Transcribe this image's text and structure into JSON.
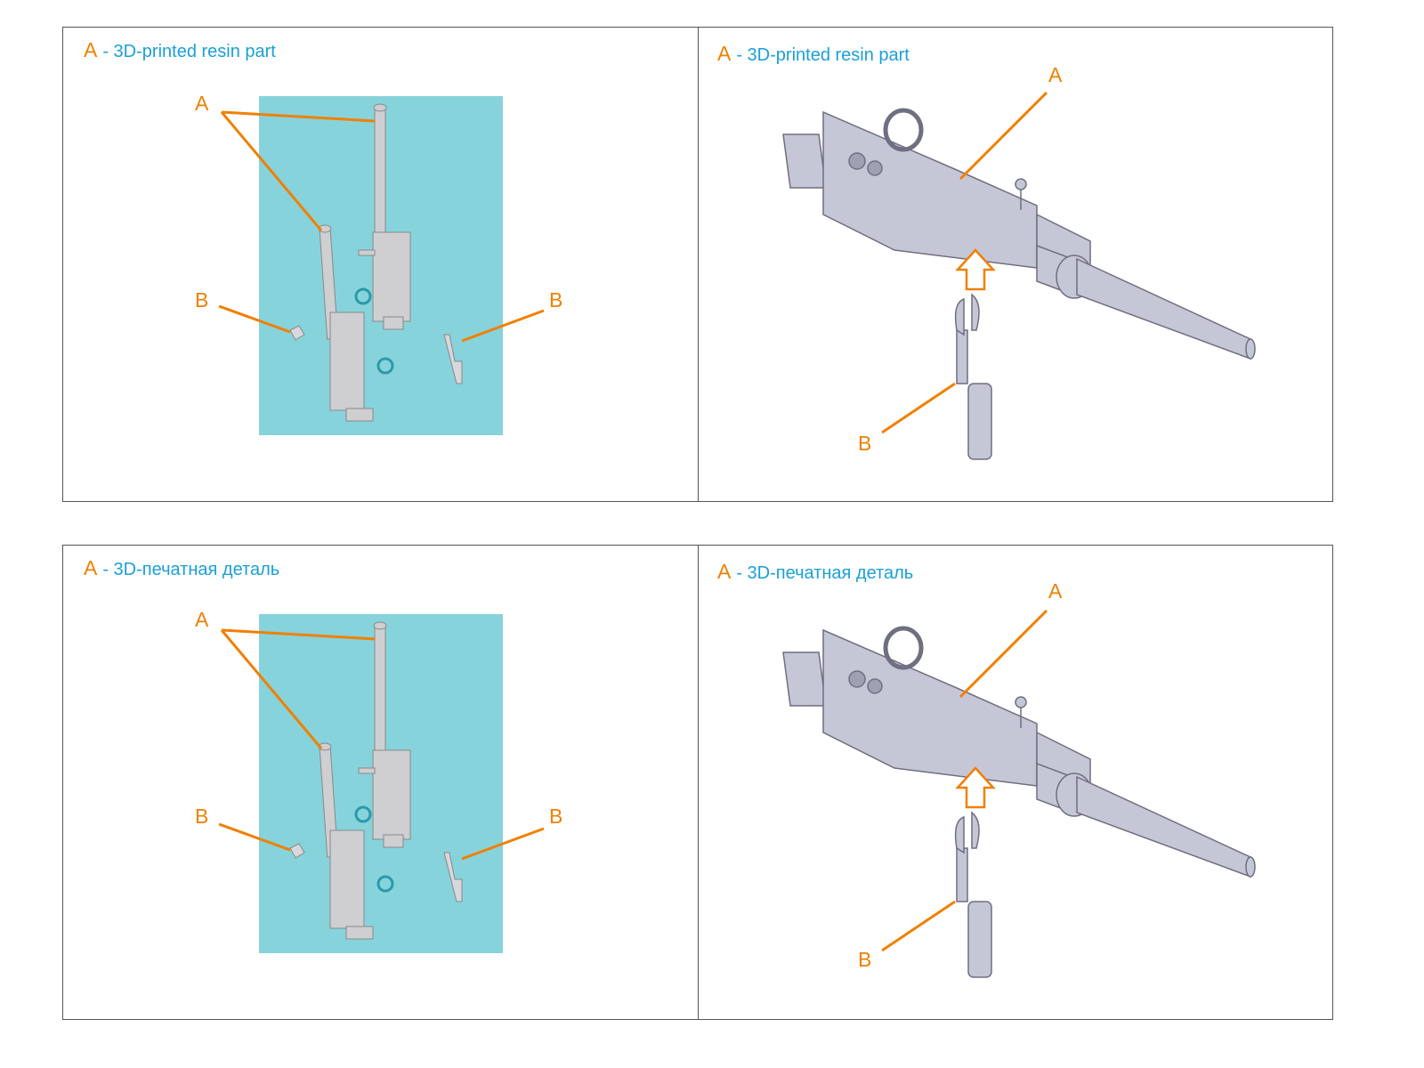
{
  "colors": {
    "accent": "#f08000",
    "title": "#1aa0d8",
    "panel_bg": "#87d3dc",
    "part": "#c8c8d0"
  },
  "sections": [
    {
      "left": {
        "title_key": "A",
        "title_text": "- 3D-printed resin part",
        "label_a": "A",
        "label_b_left": "B",
        "label_b_right": "B"
      },
      "right": {
        "title_key": "A",
        "title_text": "- 3D-printed resin part",
        "label_a": "A",
        "label_b": "B"
      }
    },
    {
      "left": {
        "title_key": "A",
        "title_text": "- 3D-печатная деталь",
        "label_a": "A",
        "label_b_left": "B",
        "label_b_right": "B"
      },
      "right": {
        "title_key": "A",
        "title_text": "- 3D-печатная деталь",
        "label_a": "A",
        "label_b": "B"
      }
    }
  ]
}
